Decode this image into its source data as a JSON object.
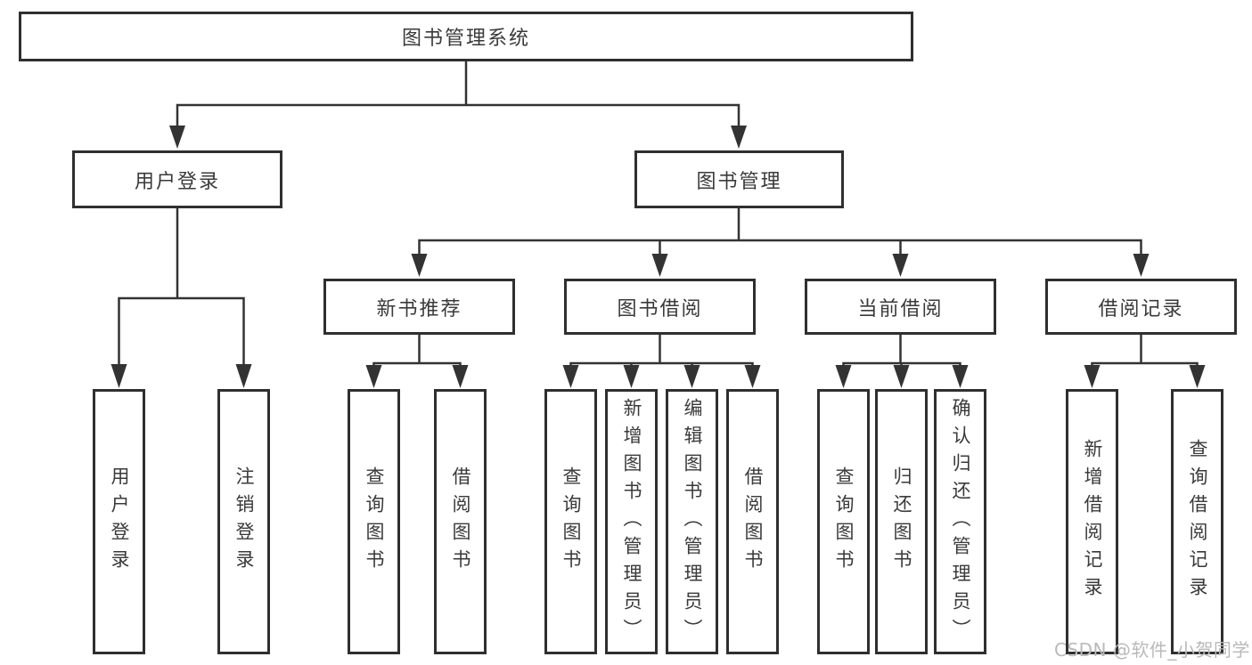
{
  "diagram": {
    "root": {
      "label": "图书管理系统"
    },
    "branches": [
      {
        "label": "用户登录",
        "children": [
          {
            "label": "用户登录"
          },
          {
            "label": "注销登录"
          }
        ]
      },
      {
        "label": "图书管理",
        "children": [
          {
            "label": "新书推荐",
            "children": [
              {
                "label": "查询图书"
              },
              {
                "label": "借阅图书"
              }
            ]
          },
          {
            "label": "图书借阅",
            "children": [
              {
                "label": "查询图书"
              },
              {
                "label": "新增图书（管理员）"
              },
              {
                "label": "编辑图书（管理员）"
              },
              {
                "label": "借阅图书"
              }
            ]
          },
          {
            "label": "当前借阅",
            "children": [
              {
                "label": "查询图书"
              },
              {
                "label": "归还图书"
              },
              {
                "label": "确认归还（管理员）"
              }
            ]
          },
          {
            "label": "借阅记录",
            "children": [
              {
                "label": "新增借阅记录"
              },
              {
                "label": "查询借阅记录"
              }
            ]
          }
        ]
      }
    ]
  },
  "watermark": {
    "text": "CSDN @软件_小贺同学"
  },
  "colors": {
    "line": "#333333",
    "box_border": "#2f2f2f",
    "text": "#3a3a3a",
    "background": "#ffffff",
    "watermark": "#b9b9b9"
  }
}
